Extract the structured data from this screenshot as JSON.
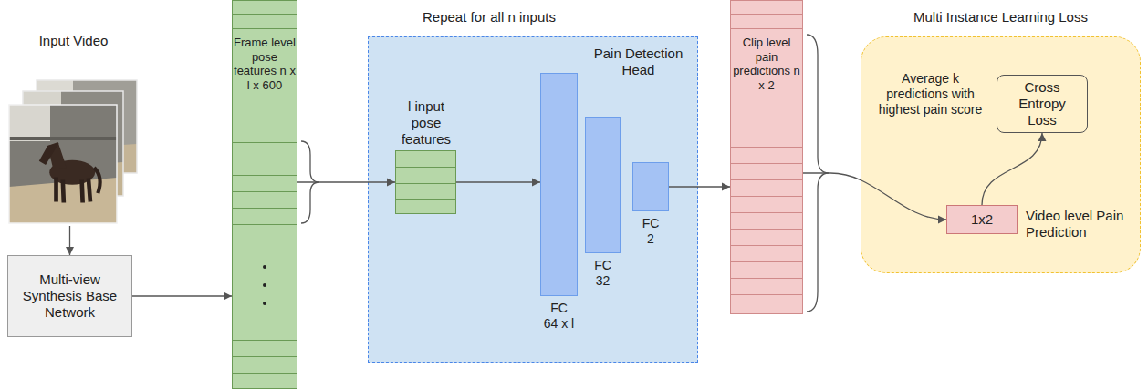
{
  "diagram": {
    "nodes": [
      {
        "text": [
          "Input Video"
        ]
      },
      {
        "text": [
          "Multi-view Synthesis Base Network"
        ]
      },
      {
        "text": [
          "Frame level pose features n x l x 600"
        ]
      },
      {
        "text": [
          "Repeat for all n inputs",
          "Pain Detection Head"
        ]
      },
      {
        "text": [
          "l input pose features"
        ],
        "in": 3
      },
      {
        "text": [
          "FC 64 x l"
        ],
        "in": 3
      },
      {
        "text": [
          "FC 32"
        ],
        "in": 3
      },
      {
        "text": [
          "FC 2"
        ],
        "in": 3
      },
      {
        "text": [
          "Clip level pain predictions n x 2"
        ]
      },
      {
        "text": [
          "Multi Instance Learning Loss",
          "Average k predictions with highest pain score"
        ]
      },
      {
        "text": [
          "Cross Entropy Loss"
        ],
        "in": 9
      },
      {
        "text": [
          "1x2",
          "Video level Pain Prediction"
        ],
        "in": 9
      }
    ],
    "edges": [
      {
        "from": 0,
        "to": 1,
        "arrow": "to"
      },
      {
        "from": 1,
        "to": 2,
        "arrow": "to"
      },
      {
        "from": 2,
        "to": 4,
        "arrow": "to"
      },
      {
        "from": 4,
        "to": 5,
        "arrow": "to"
      },
      {
        "from": 7,
        "to": 8,
        "arrow": "to"
      },
      {
        "from": 8,
        "to": 11,
        "arrow": "to"
      },
      {
        "from": 11,
        "to": 10,
        "arrow": "to"
      }
    ]
  }
}
